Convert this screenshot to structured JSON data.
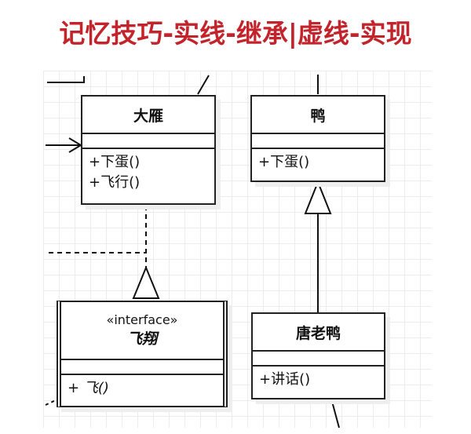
{
  "title": "记忆技巧-实线-继承|虚线-实现",
  "classes": {
    "dayan": {
      "name": "大雁",
      "ops": [
        "+下蛋()",
        "+飞行()"
      ]
    },
    "ya": {
      "name": "鸭",
      "ops": [
        "+下蛋()"
      ]
    },
    "feixiang": {
      "stereotype": "«interface»",
      "name": "飞翔",
      "ops": [
        "+ 飞()"
      ]
    },
    "tanglaoya": {
      "name": "唐老鸭",
      "ops": [
        "+讲话()"
      ]
    }
  }
}
